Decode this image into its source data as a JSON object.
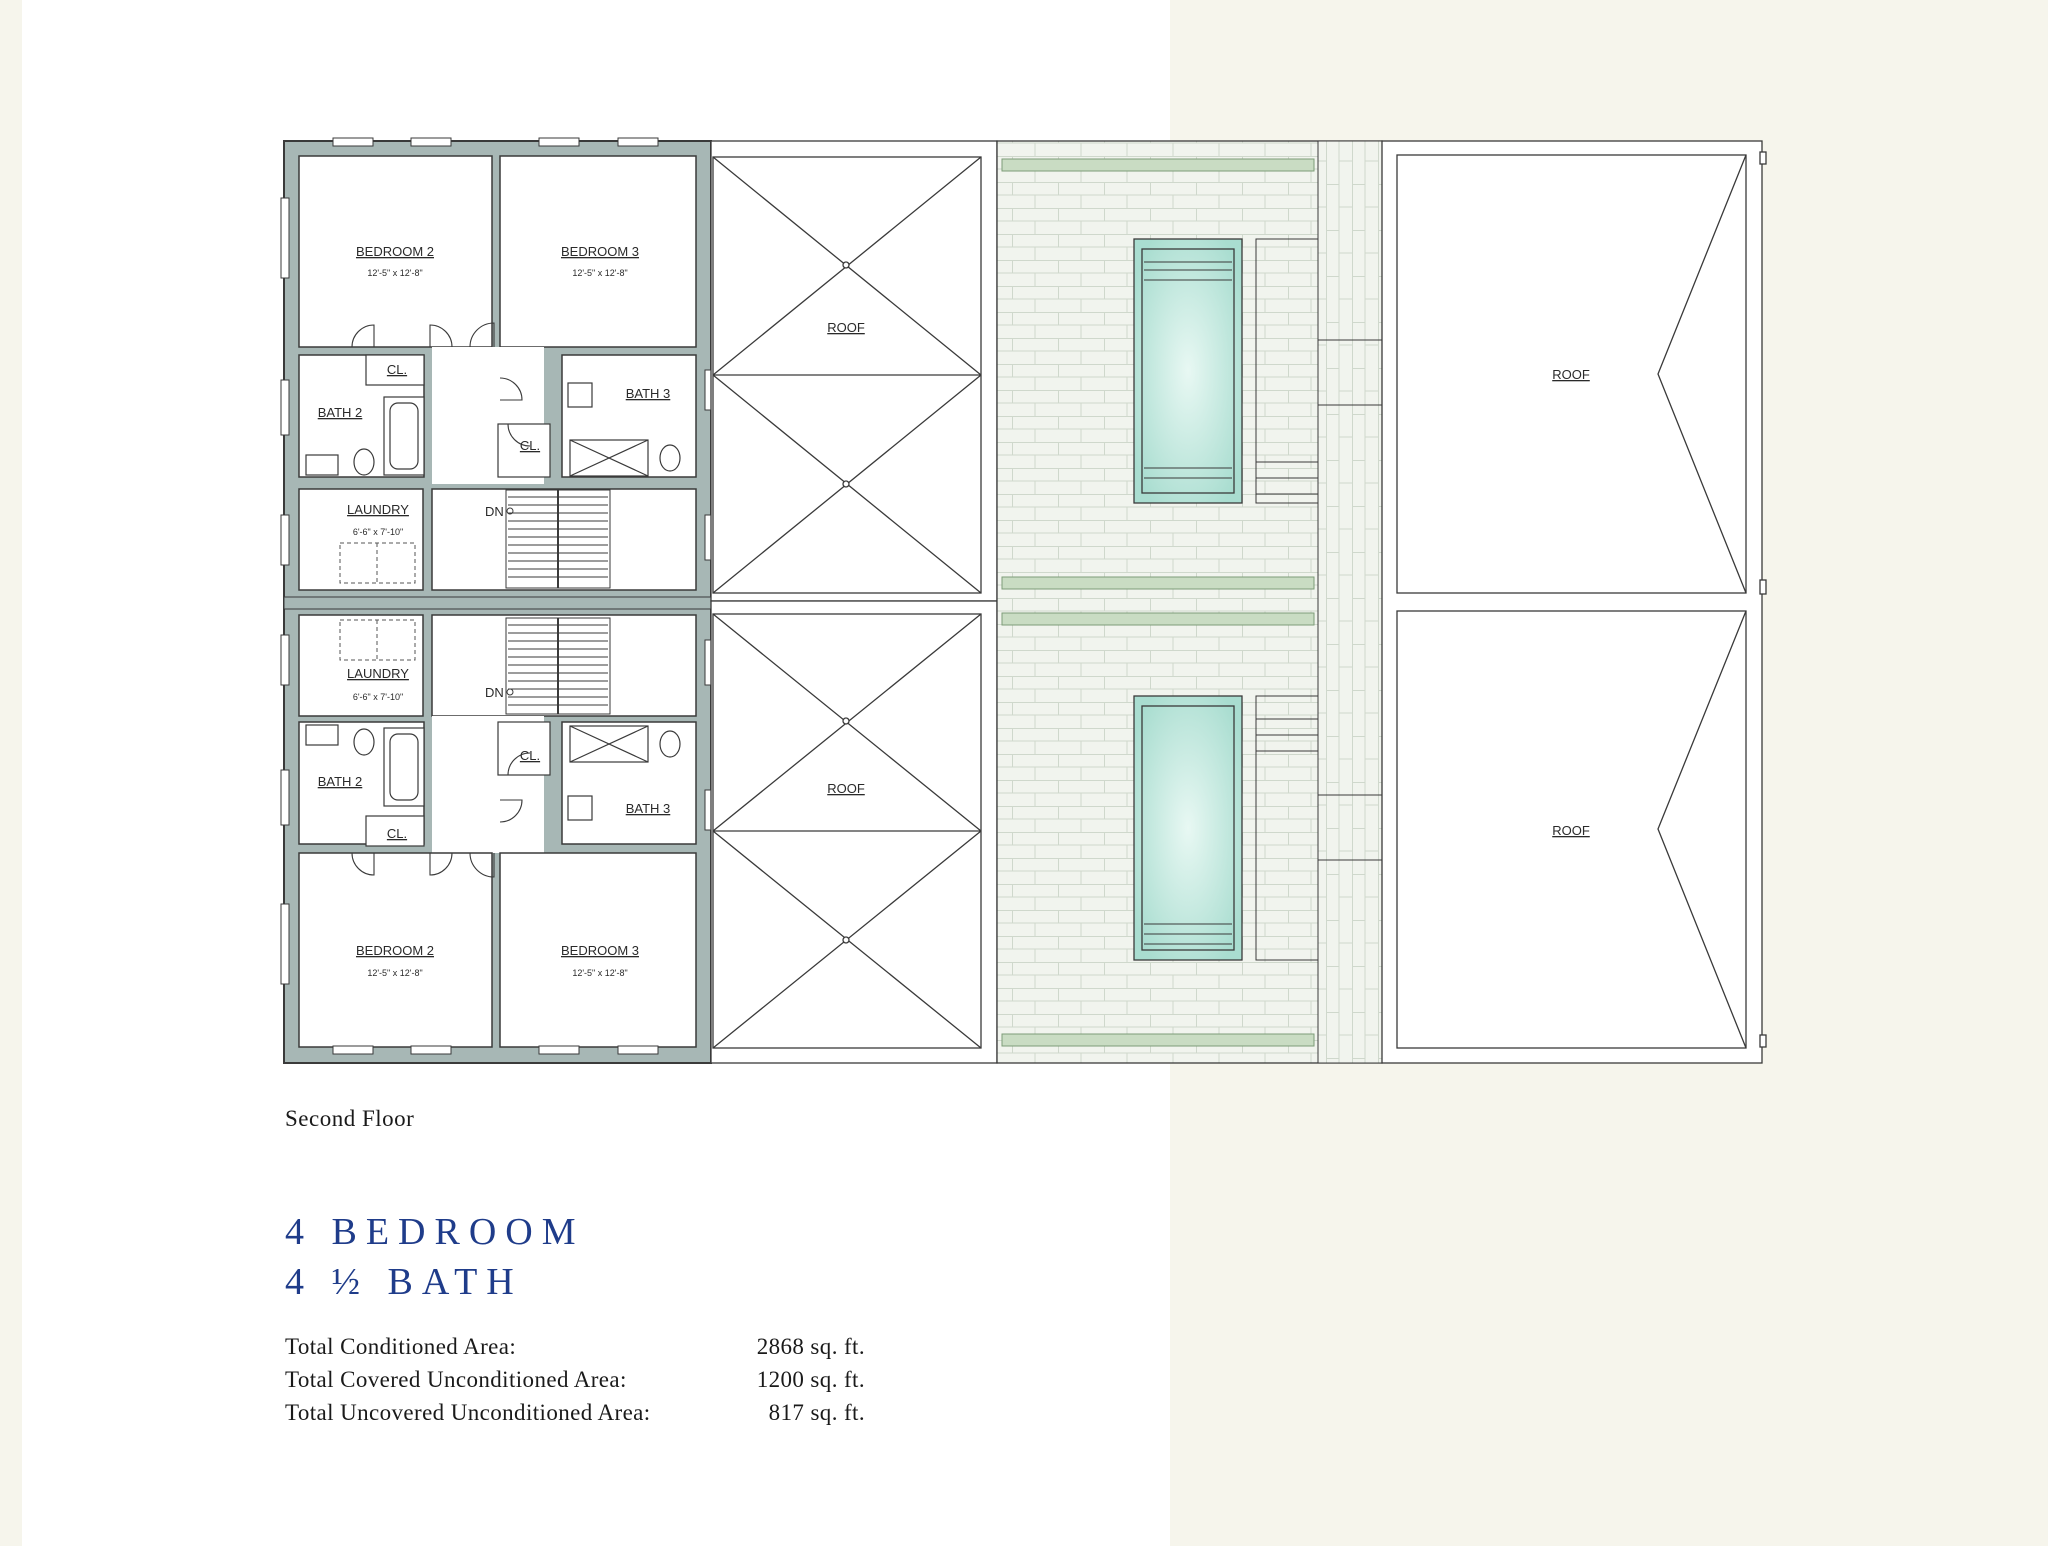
{
  "floor_caption": "Second Floor",
  "headline": {
    "line1": "4 BEDROOM",
    "line2": "4 ½ BATH"
  },
  "areas": [
    {
      "label": "Total Conditioned Area:",
      "value": "2868 sq. ft."
    },
    {
      "label": "Total Covered Unconditioned Area:",
      "value": "1200 sq. ft."
    },
    {
      "label": "Total Uncovered Unconditioned Area:",
      "value": "817 sq. ft."
    }
  ],
  "rooms": {
    "bedroom2_top": {
      "name": "BEDROOM 2",
      "size": "12'-5\" x 12'-8\""
    },
    "bedroom3_top": {
      "name": "BEDROOM 3",
      "size": "12'-5\" x 12'-8\""
    },
    "bedroom2_bottom": {
      "name": "BEDROOM 2",
      "size": "12'-5\" x 12'-8\""
    },
    "bedroom3_bottom": {
      "name": "BEDROOM 3",
      "size": "12'-5\" x 12'-8\""
    },
    "bath2_top": "BATH 2",
    "bath3_top": "BATH 3",
    "bath2_bottom": "BATH 2",
    "bath3_bottom": "BATH 3",
    "closet_a_top": "CL.",
    "closet_b_top": "CL.",
    "closet_a_bottom": "CL.",
    "closet_b_bottom": "CL.",
    "laundry_top": {
      "name": "LAUNDRY",
      "size": "6'-6\" x 7'-10\""
    },
    "laundry_bottom": {
      "name": "LAUNDRY",
      "size": "6'-6\" x 7'-10\""
    },
    "stair_top": "DN",
    "stair_bottom": "DN",
    "roof_1": "ROOF",
    "roof_2": "ROOF",
    "roof_3": "ROOF",
    "roof_4": "ROOF"
  },
  "colors": {
    "wall": "#a7b7b5",
    "line": "#3a3a3a",
    "pool": "#cfeee6",
    "paver": "#e6ece2",
    "planter": "#8fb08a",
    "heading": "#1f3c8a",
    "background": "#f6f5ec"
  }
}
